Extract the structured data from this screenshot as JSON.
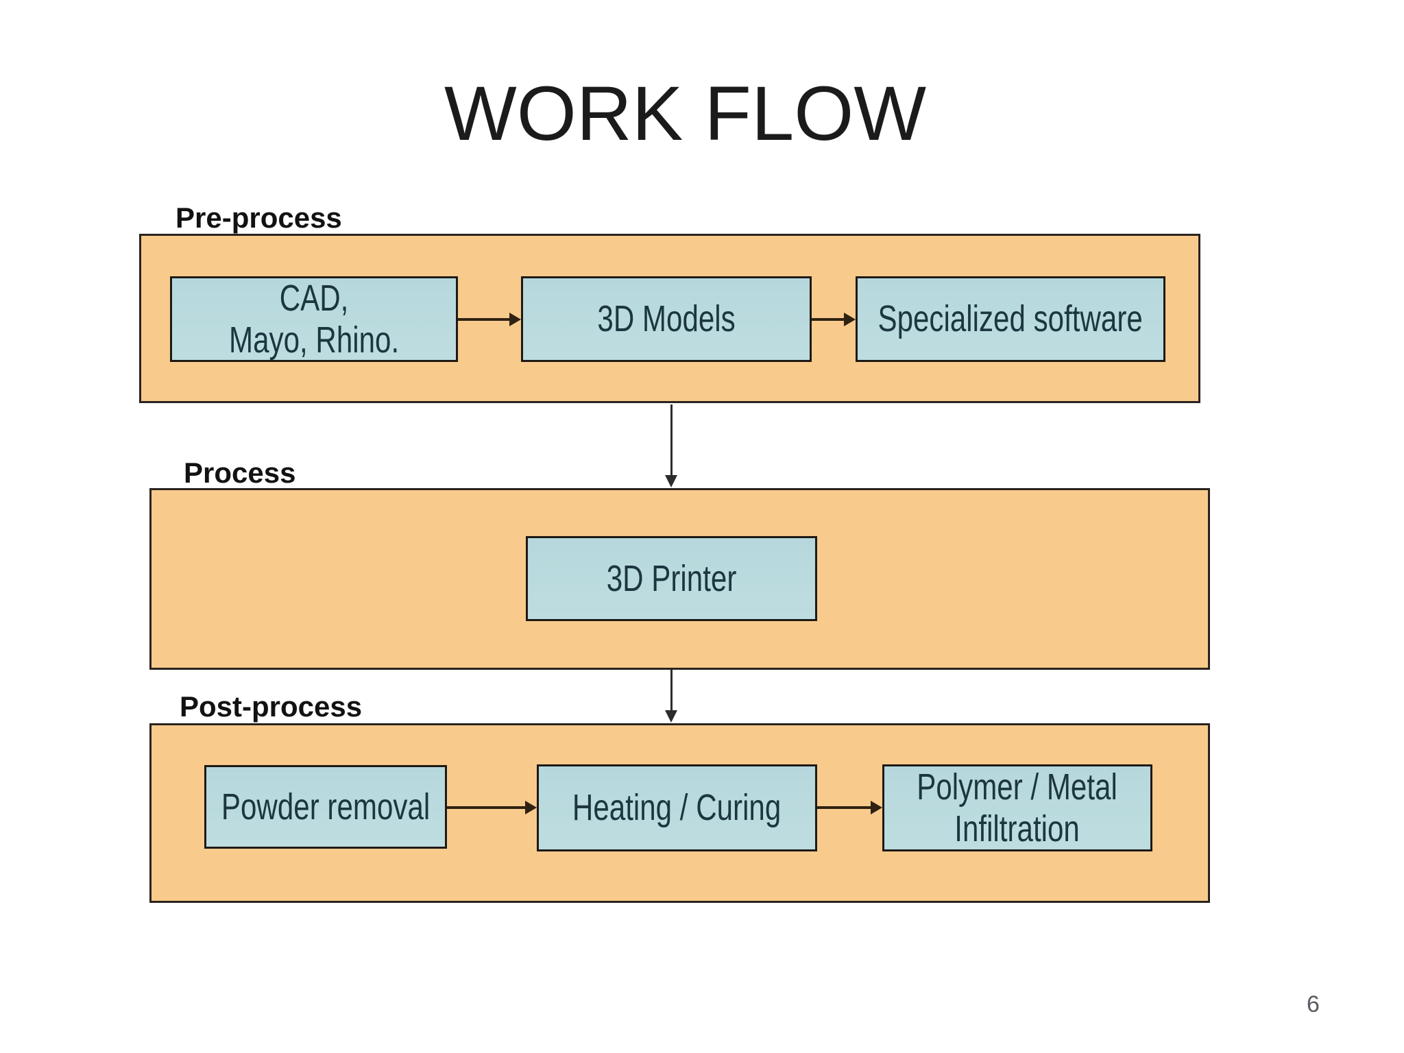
{
  "title": "WORK FLOW",
  "page_number": "6",
  "sections": {
    "pre": {
      "label": "Pre-process",
      "box1": {
        "line1": "CAD,",
        "line2": "Mayo, Rhino."
      },
      "box2": {
        "label": "3D Models"
      },
      "box3": {
        "label": "Specialized software"
      }
    },
    "process": {
      "label": "Process",
      "box1": {
        "label": "3D Printer"
      }
    },
    "post": {
      "label": "Post-process",
      "box1": {
        "label": "Powder removal"
      },
      "box2": {
        "label": "Heating / Curing"
      },
      "box3": {
        "line1": "Polymer / Metal",
        "line2": "Infiltration"
      }
    }
  },
  "colors": {
    "band_fill": "#f8cb8d",
    "band_border": "#2a231e",
    "box_fill": "#b6d8dc",
    "box_border": "#1e1915",
    "box_text": "#1c3640",
    "arrow_horizontal": "#2f2212",
    "arrow_vertical": "#2e2c2a",
    "page_number_color": "#5b5b63"
  }
}
